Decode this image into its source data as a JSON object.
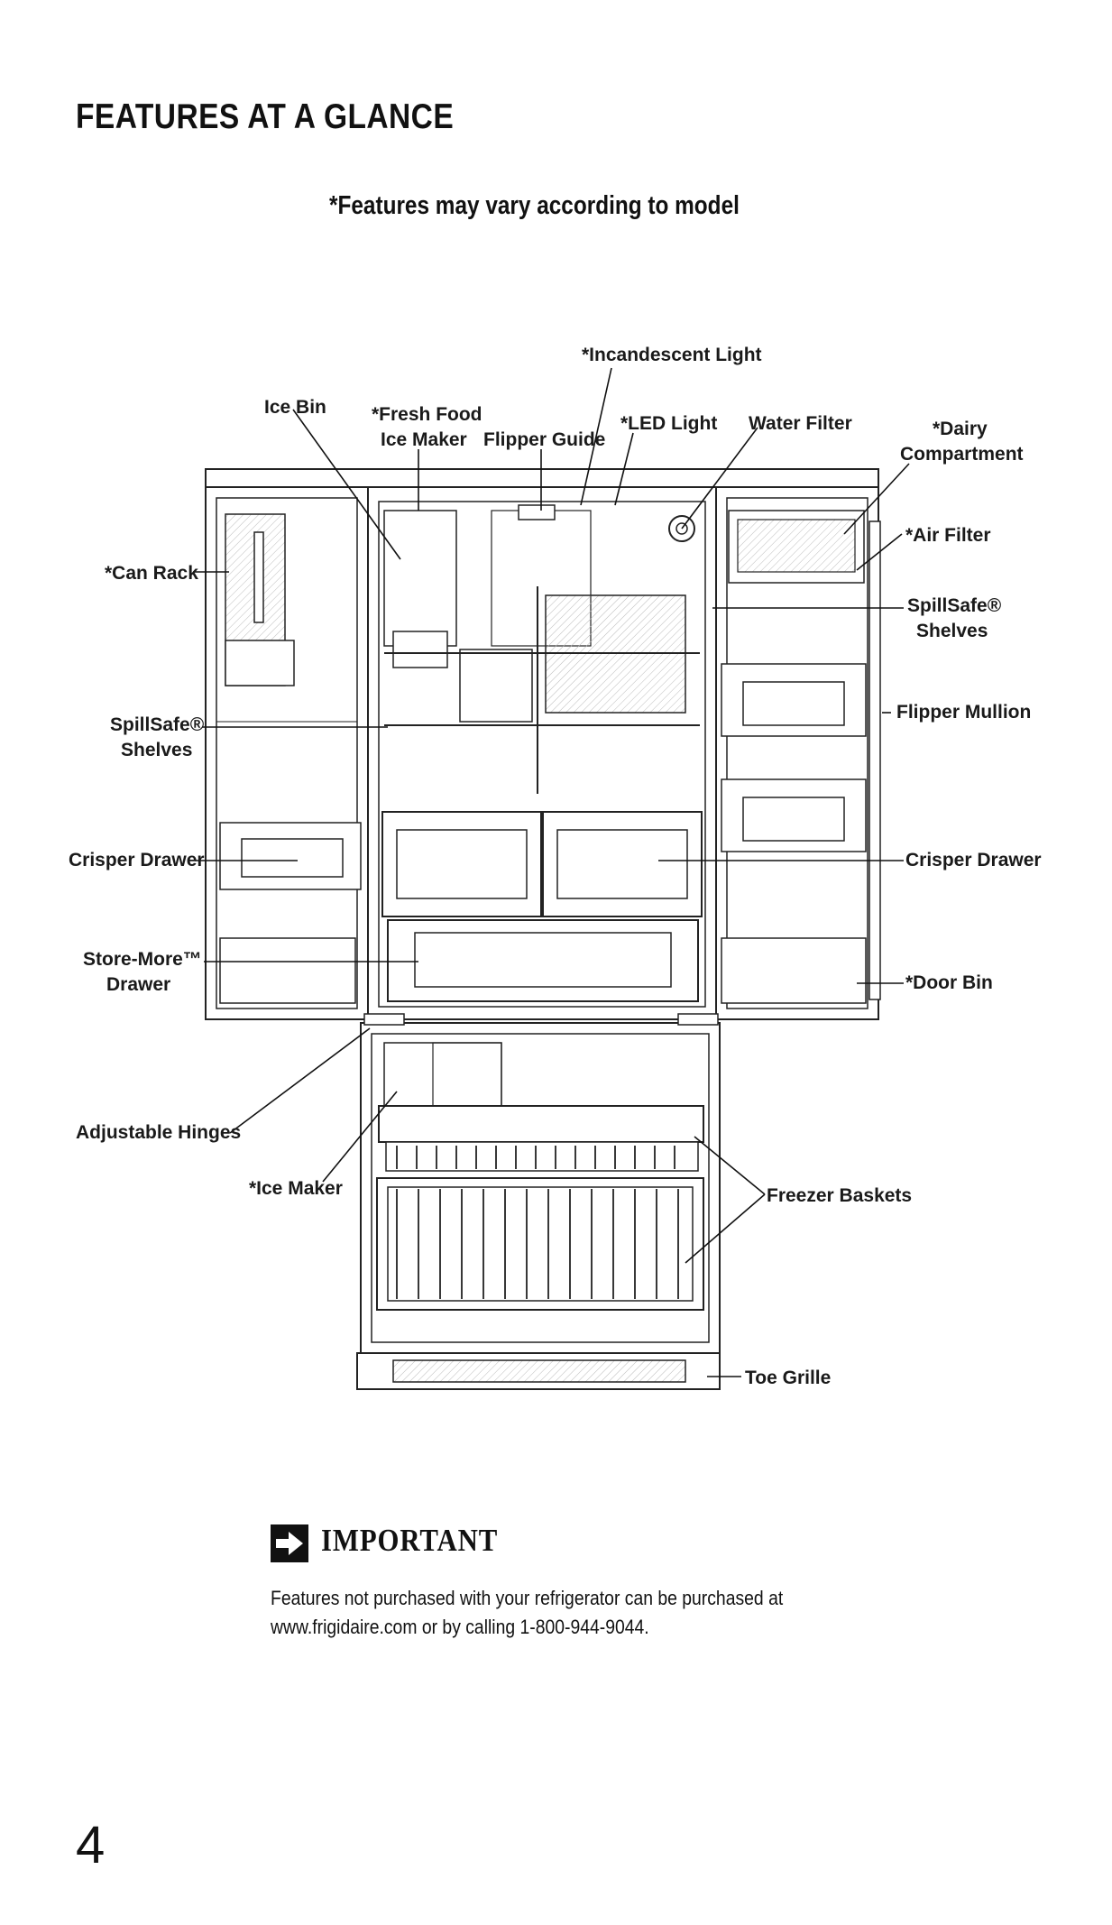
{
  "header": {
    "title": "FEATURES AT A GLANCE",
    "subtitle": "*Features may vary according to model"
  },
  "diagram": {
    "labels": {
      "incandescent_light": "*Incandescent Light",
      "ice_bin": "Ice Bin",
      "fresh_food_ice_maker_line1": "*Fresh Food",
      "fresh_food_ice_maker_line2": "Ice Maker",
      "flipper_guide": "Flipper Guide",
      "led_light": "*LED Light",
      "water_filter": "Water Filter",
      "dairy_compartment_line1": "*Dairy",
      "dairy_compartment_line2": "Compartment",
      "air_filter": "*Air Filter",
      "can_rack": "*Can Rack",
      "spillsafe_shelves_right_line1": "SpillSafe®",
      "spillsafe_shelves_right_line2": "Shelves",
      "spillsafe_shelves_left_line1": "SpillSafe®",
      "spillsafe_shelves_left_line2": "Shelves",
      "flipper_mullion": "Flipper Mullion",
      "crisper_drawer_left": "Crisper Drawer",
      "crisper_drawer_right": "Crisper Drawer",
      "store_more_drawer_line1": "Store-More™",
      "store_more_drawer_line2": "Drawer",
      "door_bin": "*Door Bin",
      "adjustable_hinges": "Adjustable Hinges",
      "ice_maker": "*Ice Maker",
      "freezer_baskets": "Freezer Baskets",
      "toe_grille": "Toe Grille"
    }
  },
  "important": {
    "icon": "arrow-right-icon",
    "heading": "IMPORTANT",
    "text_line1": "Features not purchased with your refrigerator can be purchased at",
    "text_line2": "www.frigidaire.com or by calling 1-800-944-9044."
  },
  "footer": {
    "page_number": "4"
  }
}
